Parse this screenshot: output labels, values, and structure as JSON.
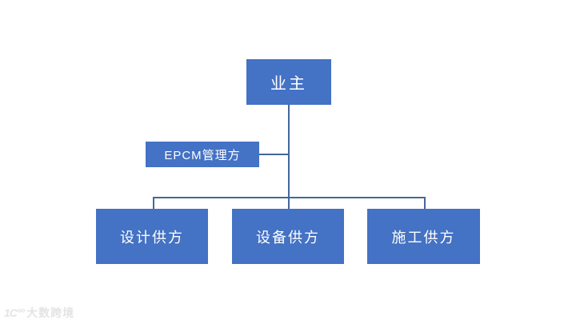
{
  "diagram": {
    "type": "org-chart",
    "nodes": {
      "owner": {
        "label": "业主"
      },
      "epcm": {
        "label": "EPCM管理方"
      },
      "design": {
        "label": "设计供方"
      },
      "equipment": {
        "label": "设备供方"
      },
      "construction": {
        "label": "施工供方"
      }
    },
    "edges": [
      {
        "from": "owner",
        "to": "design"
      },
      {
        "from": "owner",
        "to": "equipment"
      },
      {
        "from": "owner",
        "to": "construction"
      },
      {
        "from": "epcm",
        "to": "owner-trunk"
      }
    ],
    "colors": {
      "node_fill": "#4472C4",
      "node_text": "#FFFFFF",
      "connector": "#44679B",
      "background": "#FFFFFF",
      "watermark": "#E4E4E4"
    }
  },
  "watermark": {
    "logo": "1C°°",
    "text": "大数跨境"
  }
}
